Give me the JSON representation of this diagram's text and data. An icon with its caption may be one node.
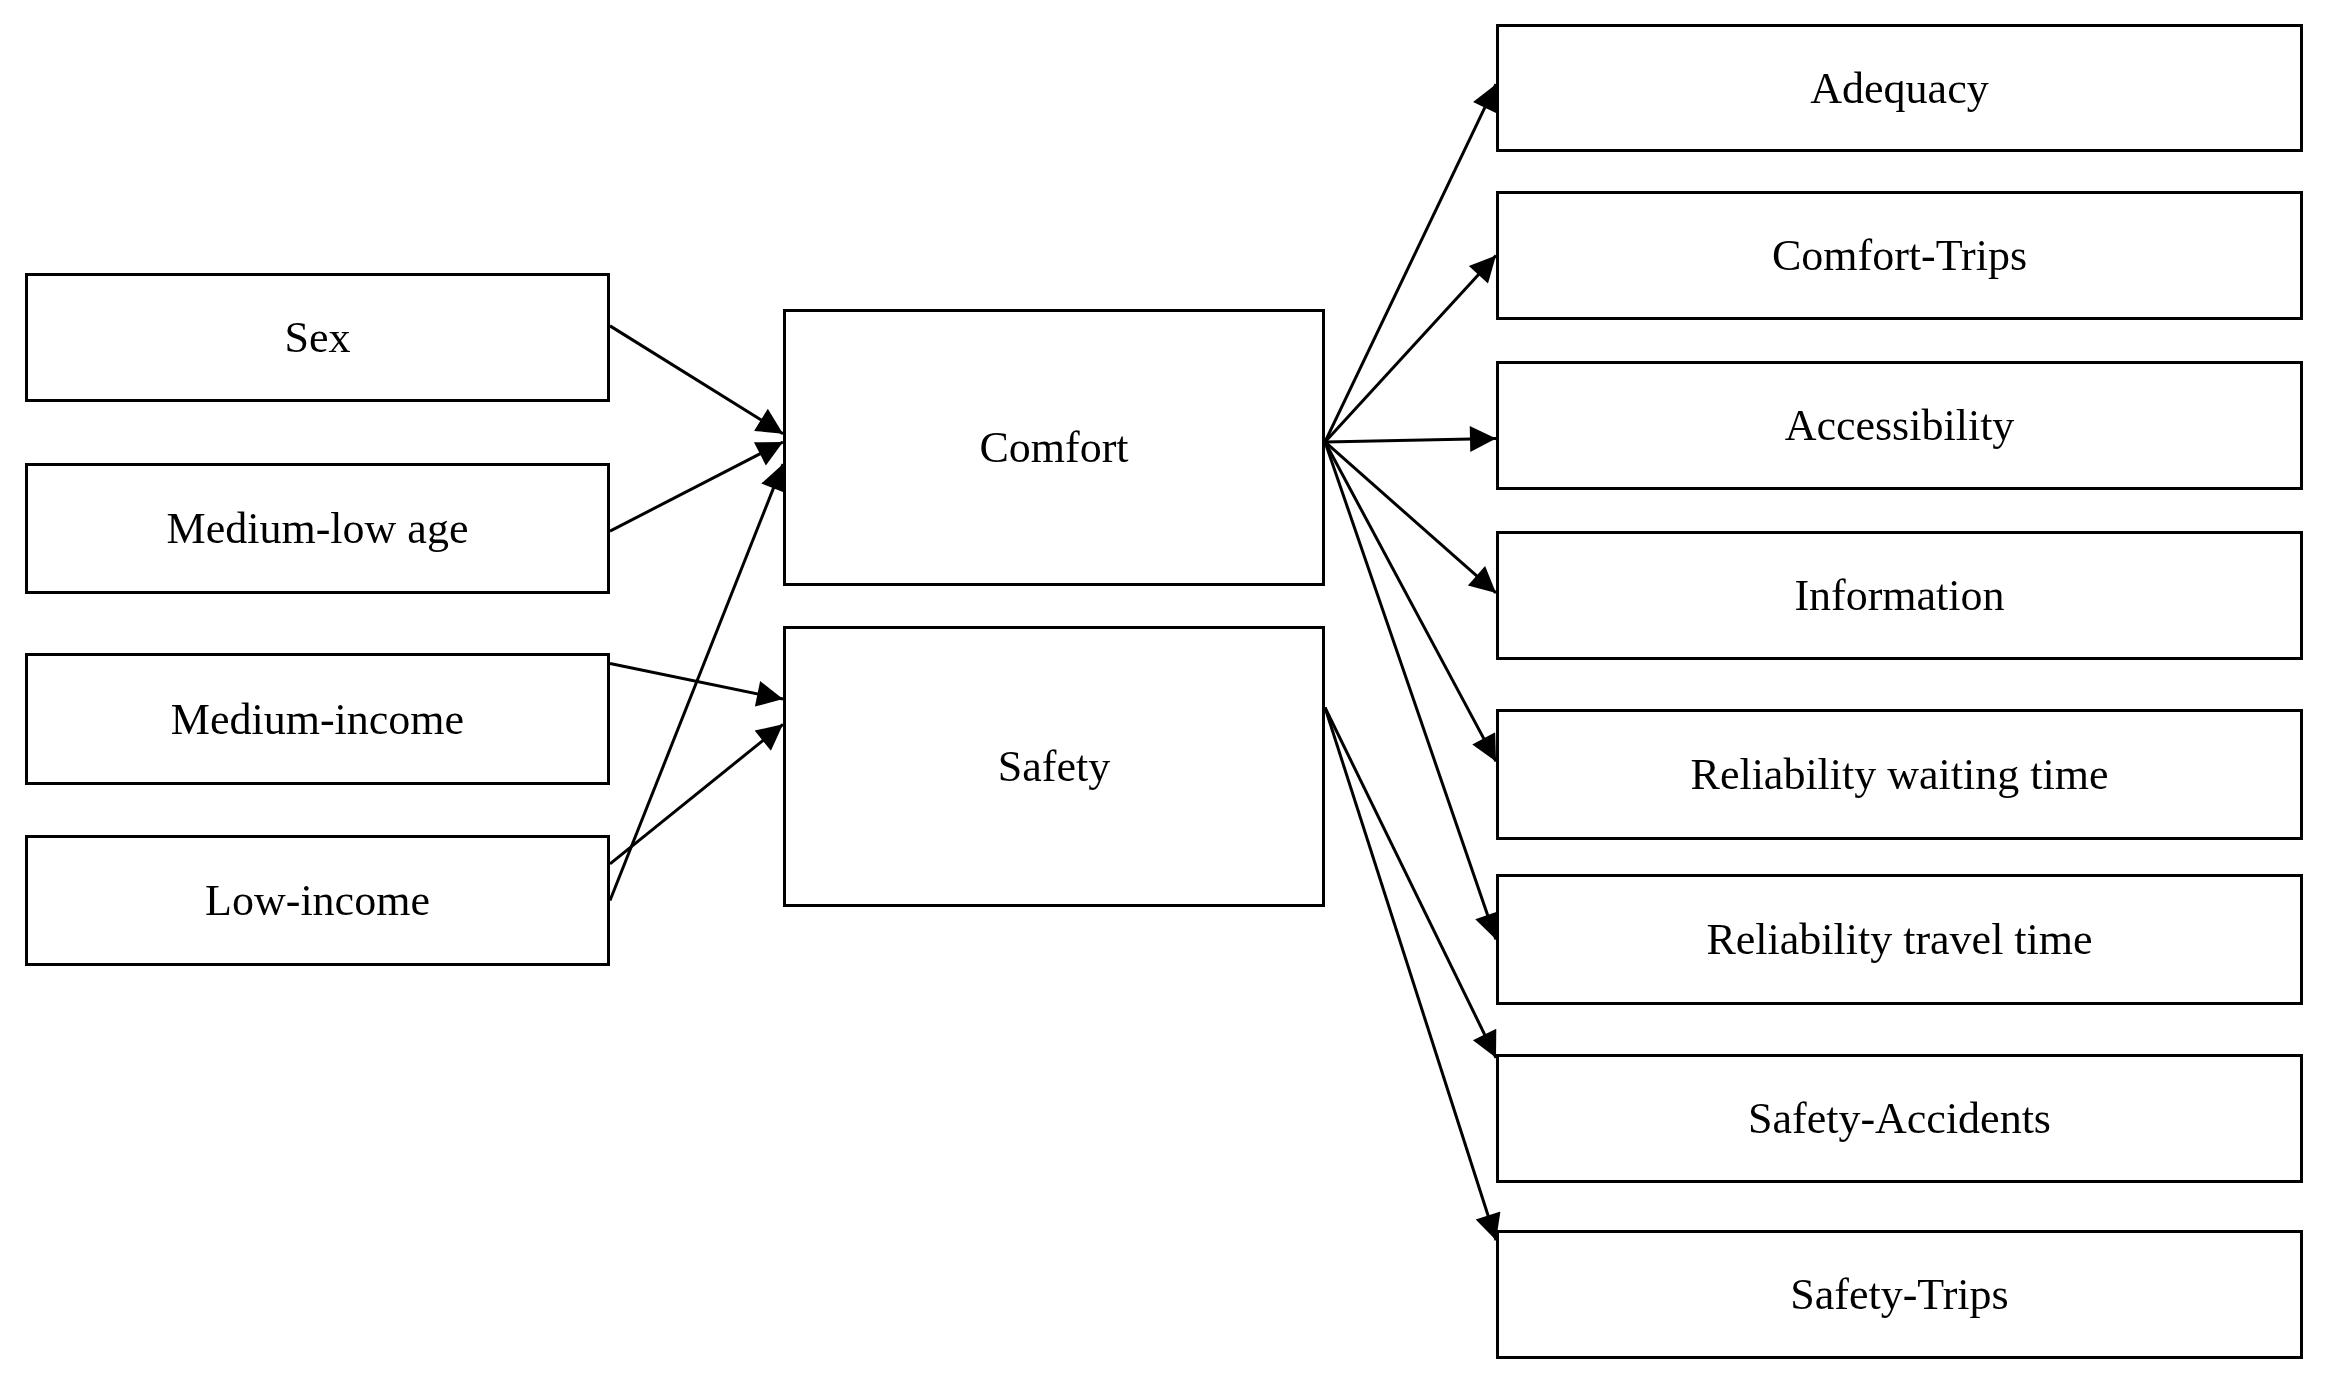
{
  "diagram": {
    "nodes": [
      {
        "text": [
          "Sex"
        ]
      },
      {
        "text": [
          "Medium-low age"
        ]
      },
      {
        "text": [
          "Medium-income"
        ]
      },
      {
        "text": [
          "Low-income"
        ]
      },
      {
        "text": [
          "Comfort"
        ]
      },
      {
        "text": [
          "Safety"
        ]
      },
      {
        "text": [
          "Adequacy"
        ]
      },
      {
        "text": [
          "Comfort-Trips"
        ]
      },
      {
        "text": [
          "Accessibility"
        ]
      },
      {
        "text": [
          "Information"
        ]
      },
      {
        "text": [
          "Reliability waiting time"
        ]
      },
      {
        "text": [
          "Reliability travel time"
        ]
      },
      {
        "text": [
          "Safety-Accidents"
        ]
      },
      {
        "text": [
          "Safety-Trips"
        ]
      }
    ],
    "edges": [
      {
        "from": 0,
        "to": 4,
        "arrow": "to"
      },
      {
        "from": 1,
        "to": 4,
        "arrow": "to"
      },
      {
        "from": 3,
        "to": 4,
        "arrow": "to"
      },
      {
        "from": 2,
        "to": 5,
        "arrow": "to"
      },
      {
        "from": 3,
        "to": 5,
        "arrow": "to"
      },
      {
        "from": 4,
        "to": 6,
        "arrow": "to"
      },
      {
        "from": 4,
        "to": 7,
        "arrow": "to"
      },
      {
        "from": 4,
        "to": 8,
        "arrow": "to"
      },
      {
        "from": 4,
        "to": 9,
        "arrow": "to"
      },
      {
        "from": 4,
        "to": 10,
        "arrow": "to"
      },
      {
        "from": 4,
        "to": 11,
        "arrow": "to"
      },
      {
        "from": 5,
        "to": 12,
        "arrow": "to"
      },
      {
        "from": 5,
        "to": 13,
        "arrow": "to"
      }
    ]
  }
}
